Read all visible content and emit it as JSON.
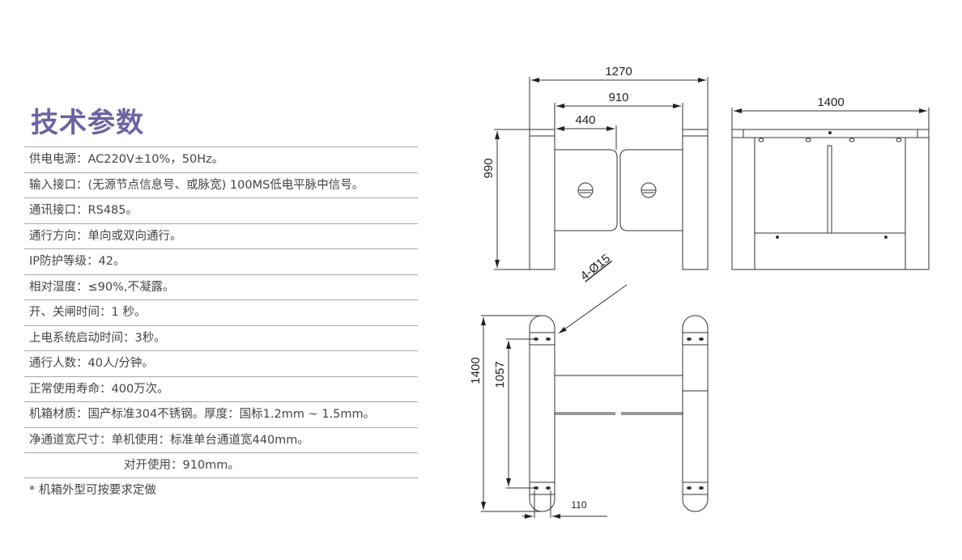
{
  "title": "技术参数",
  "specs": [
    "供电电源：AC220V±10%，50Hz。",
    "输入接口：(无源节点信息号、或脉宽) 100MS低电平脉中信号。",
    "通讯接口：RS485。",
    "通行方向：单向或双向通行。",
    "IP防护等级：42。",
    "相对湿度：≤90%,不凝露。",
    "开、关闸时间：1 秒。",
    "上电系统启动时间：3秒。",
    "通行人数：40人/分钟。",
    "正常使用寿命：400万次。",
    "机箱材质：国产标准304不锈钢。厚度：国标1.2mm ~ 1.5mm。",
    "净通道宽尺寸：单机使用：标准单台通道宽440mm。",
    "对开使用：910mm。"
  ],
  "note": "* 机箱外型可按要求定做",
  "drawing": {
    "front": {
      "width_total": "1270",
      "width_pass": "910",
      "width_single": "440",
      "height": "990"
    },
    "side": {
      "length": "1400"
    },
    "top": {
      "length": "1400",
      "hole_spacing": "1057",
      "post_width": "110",
      "holes": "4-Ø15"
    }
  },
  "colors": {
    "title": "#6d62a3",
    "divider": "#a8a8a8",
    "text": "#444444"
  }
}
